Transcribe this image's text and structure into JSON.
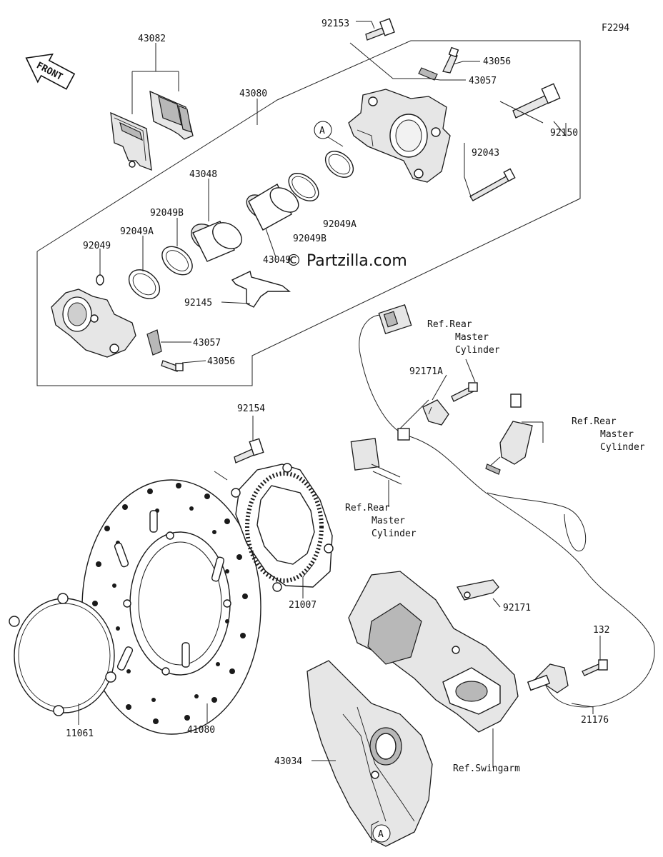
{
  "figure_code": "F2294",
  "watermark": "© Partzilla.com",
  "front_arrow_label": "FRONT",
  "callout_letter": "A",
  "part_numbers": {
    "p92153": "92153",
    "p43082": "43082",
    "p43080": "43080",
    "p43056_top": "43056",
    "p43057_top": "43057",
    "p92150": "92150",
    "p92043": "92043",
    "p43048": "43048",
    "p92049B_left": "92049B",
    "p92049A_left": "92049A",
    "p92049": "92049",
    "p92049B_right": "92049B",
    "p92049A_right": "92049A",
    "p43049": "43049",
    "p92145": "92145",
    "p43057_bottom": "43057",
    "p43056_bottom": "43056",
    "p92154": "92154",
    "p92171A": "92171A",
    "p21007": "21007",
    "p92171": "92171",
    "p132": "132",
    "p11061": "11061",
    "p41080": "41080",
    "p43034": "43034",
    "p21176": "21176"
  },
  "references": {
    "ref1": [
      "Ref.Rear",
      "Master",
      "Cylinder"
    ],
    "ref2": [
      "Ref.Rear",
      "Master",
      "Cylinder"
    ],
    "ref3": [
      "Ref.Rear",
      "Master",
      "Cylinder"
    ],
    "swingarm": "Ref.Swingarm"
  }
}
